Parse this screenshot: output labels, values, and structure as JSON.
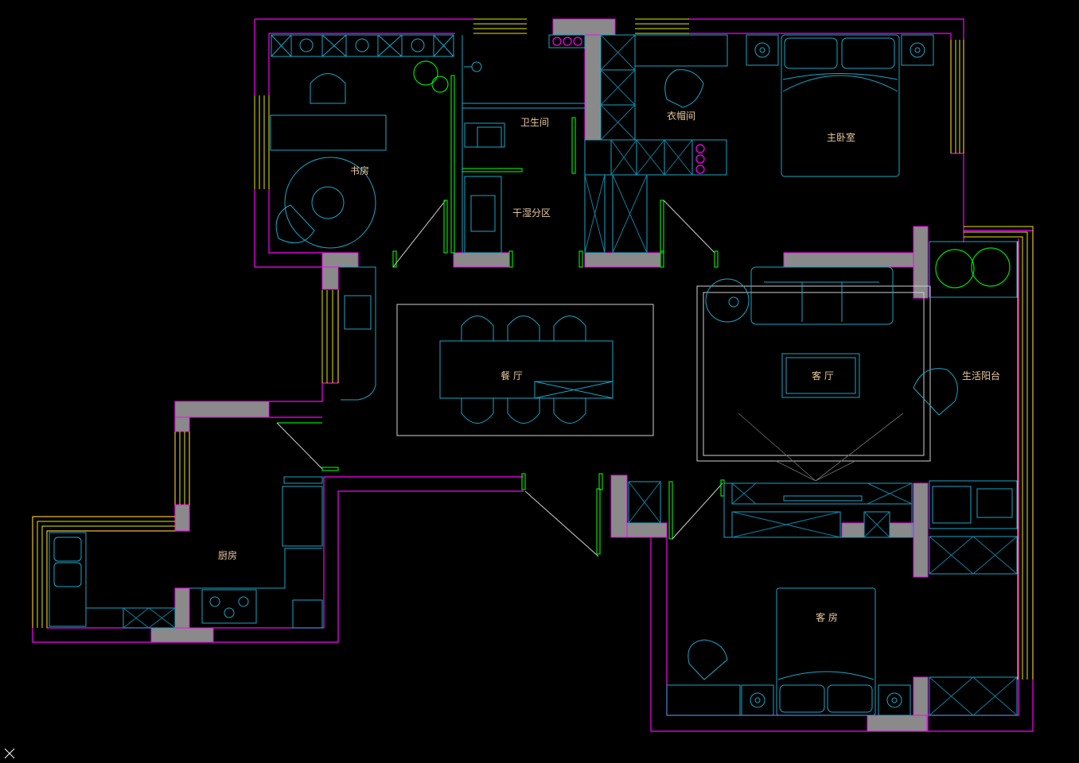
{
  "colors": {
    "background": "#000000",
    "wall_outline": "#ff00ff",
    "wall_fill": "#8a8a8a",
    "furniture": "#1aa6c8",
    "window": "#e6e600",
    "door": "#00e000",
    "plant": "#00e000",
    "room_label": "#e8c9a0"
  },
  "rooms": {
    "study": "书房",
    "bathroom": "卫生间",
    "dry_wet_zone": "干湿分区",
    "cloakroom": "衣帽间",
    "master_bedroom": "主卧室",
    "dining": "餐 厅",
    "living": "客 厅",
    "utility_balcony": "生活阳台",
    "kitchen": "厨房",
    "guest_room": "客  房"
  },
  "corner_icon": "ucs-cross-icon"
}
